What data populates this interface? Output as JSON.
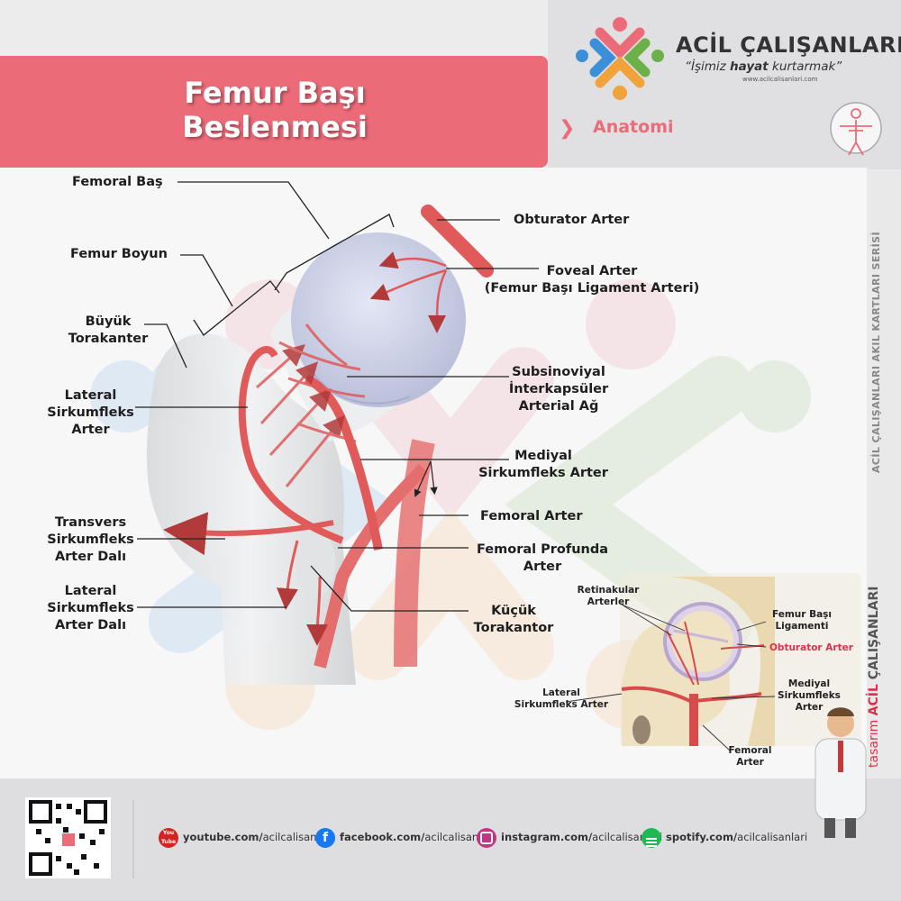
{
  "header": {
    "title_line1": "Femur Başı",
    "title_line2": "Beslenmesi",
    "brand": "ACİL ÇALIŞANLARI",
    "slogan_open": "“İşimiz ",
    "slogan_bold": "hayat",
    "slogan_close": " kurtarmak”",
    "website": "www.acilcalisanlari.com",
    "category": "Anatomi"
  },
  "sidebar": {
    "series": "ACİL ÇALIŞANLARI AKIL KARTLARI SERİSİ",
    "design_prefix": "tasarım",
    "design_brand_1": "ACİL",
    "design_brand_2": " ÇALIŞANLARI"
  },
  "labels_left": {
    "femoral_bas": "Femoral Baş",
    "femur_boyun": "Femur Boyun",
    "buyuk_torakanter": [
      "Büyük",
      "Torakanter"
    ],
    "lateral_sirkumfleks": [
      "Lateral",
      "Sirkumfleks",
      "Arter"
    ],
    "transvers": [
      "Transvers",
      "Sirkumfleks",
      "Arter Dalı"
    ],
    "lateral_dal": [
      "Lateral",
      "Sirkumfleks",
      "Arter Dalı"
    ]
  },
  "labels_right": {
    "obturator": "Obturator Arter",
    "foveal": "Foveal Arter",
    "foveal_sub": "(Femur Başı Ligament Arteri)",
    "subsinoviyal": [
      "Subsinoviyal",
      "İnterkapsüler",
      "Arterial Ağ"
    ],
    "mediyal": [
      "Mediyal",
      "Sirkumfleks Arter"
    ],
    "femoral": "Femoral Arter",
    "profunda": [
      "Femoral Profunda",
      "Arter"
    ],
    "kucuk": [
      "Küçük",
      "Torakantor"
    ]
  },
  "inset": {
    "retinakular": [
      "Retinakular",
      "Arterler"
    ],
    "ligament": [
      "Femur Başı",
      "Ligamenti"
    ],
    "obturator": "Obturator Arter",
    "lateral": [
      "Lateral",
      "Sirkumfleks Arter"
    ],
    "mediyal": [
      "Mediyal",
      "Sirkumfleks",
      "Arter"
    ],
    "femoral": [
      "Femoral",
      "Arter"
    ]
  },
  "footer": {
    "youtube": "youtube.com/",
    "youtube_handle": "acilcalisanlari",
    "facebook": "facebook.com/",
    "facebook_handle": "acilcalisanlari",
    "instagram": "instagram.com/",
    "instagram_handle": "acilcalisanlari",
    "spotify": "spotify.com/",
    "spotify_handle": "acilcalisanlari",
    "youtube_icon": "You Tube",
    "facebook_icon": "f"
  },
  "colors": {
    "accent": "#ec6b79",
    "artery": "#e05a5a",
    "bone": "#e4e6e8",
    "head": "#c9cde3"
  }
}
